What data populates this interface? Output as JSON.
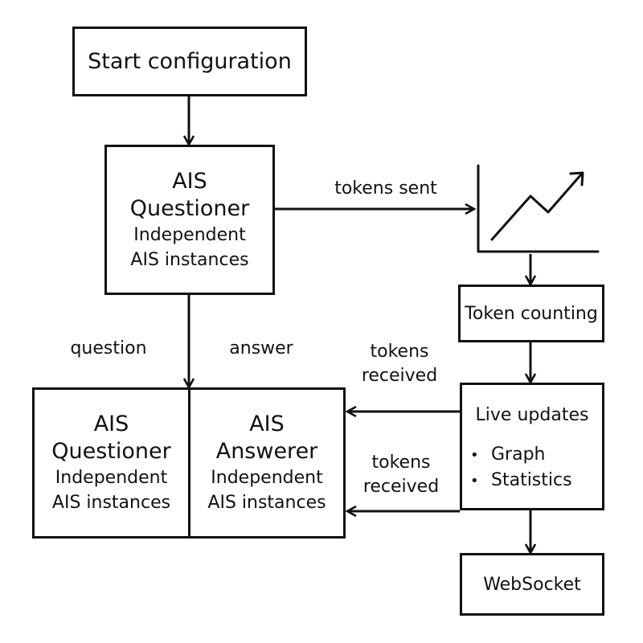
{
  "nodes": {
    "start": {
      "label": "Start configuration"
    },
    "questioner_top": {
      "title": "AIS",
      "title2": "Questioner",
      "sub1": "Independent",
      "sub2": "AIS instances"
    },
    "questioner_bottom": {
      "title": "AIS",
      "title2": "Questioner",
      "sub1": "Independent",
      "sub2": "AIS instances"
    },
    "answerer": {
      "title": "AIS",
      "title2": "Answerer",
      "sub1": "Independent",
      "sub2": "AIS instances"
    },
    "token_counting": {
      "label": "Token counting"
    },
    "live_updates": {
      "label": "Live updates",
      "items": [
        "Graph",
        "Statistics"
      ]
    },
    "websocket": {
      "label": "WebSocket"
    }
  },
  "edges": {
    "tokens_sent": "tokens sent",
    "question": "question",
    "answer": "answer",
    "tokens_received_1": [
      "tokens",
      "received"
    ],
    "tokens_received_2": [
      "tokens",
      "received"
    ]
  },
  "icons": {
    "graph": "trending-up-chart-icon"
  }
}
